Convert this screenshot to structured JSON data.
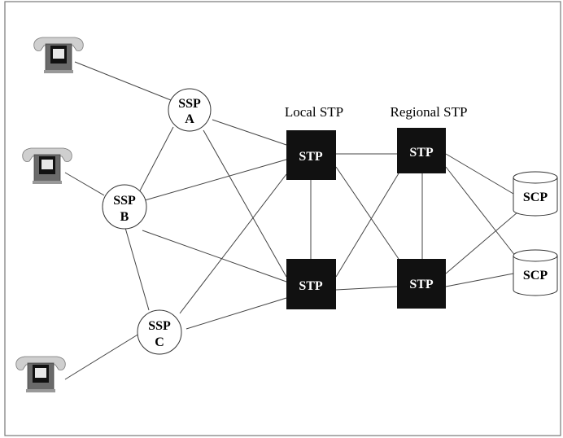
{
  "headers": {
    "local": "Local STP",
    "regional": "Regional STP"
  },
  "ssp": {
    "a": {
      "top": "SSP",
      "bottom": "A"
    },
    "b": {
      "top": "SSP",
      "bottom": "B"
    },
    "c": {
      "top": "SSP",
      "bottom": "C"
    }
  },
  "stp": {
    "local_top": "STP",
    "local_bottom": "STP",
    "regional_top": "STP",
    "regional_bottom": "STP"
  },
  "scp": {
    "top": "SCP",
    "bottom": "SCP"
  },
  "icons": {
    "phone": "telephone-icon",
    "database": "database-cylinder-icon"
  },
  "colors": {
    "stp_fill": "#111111",
    "stp_text": "#ffffff",
    "line": "#444444",
    "node_stroke": "#333333"
  }
}
